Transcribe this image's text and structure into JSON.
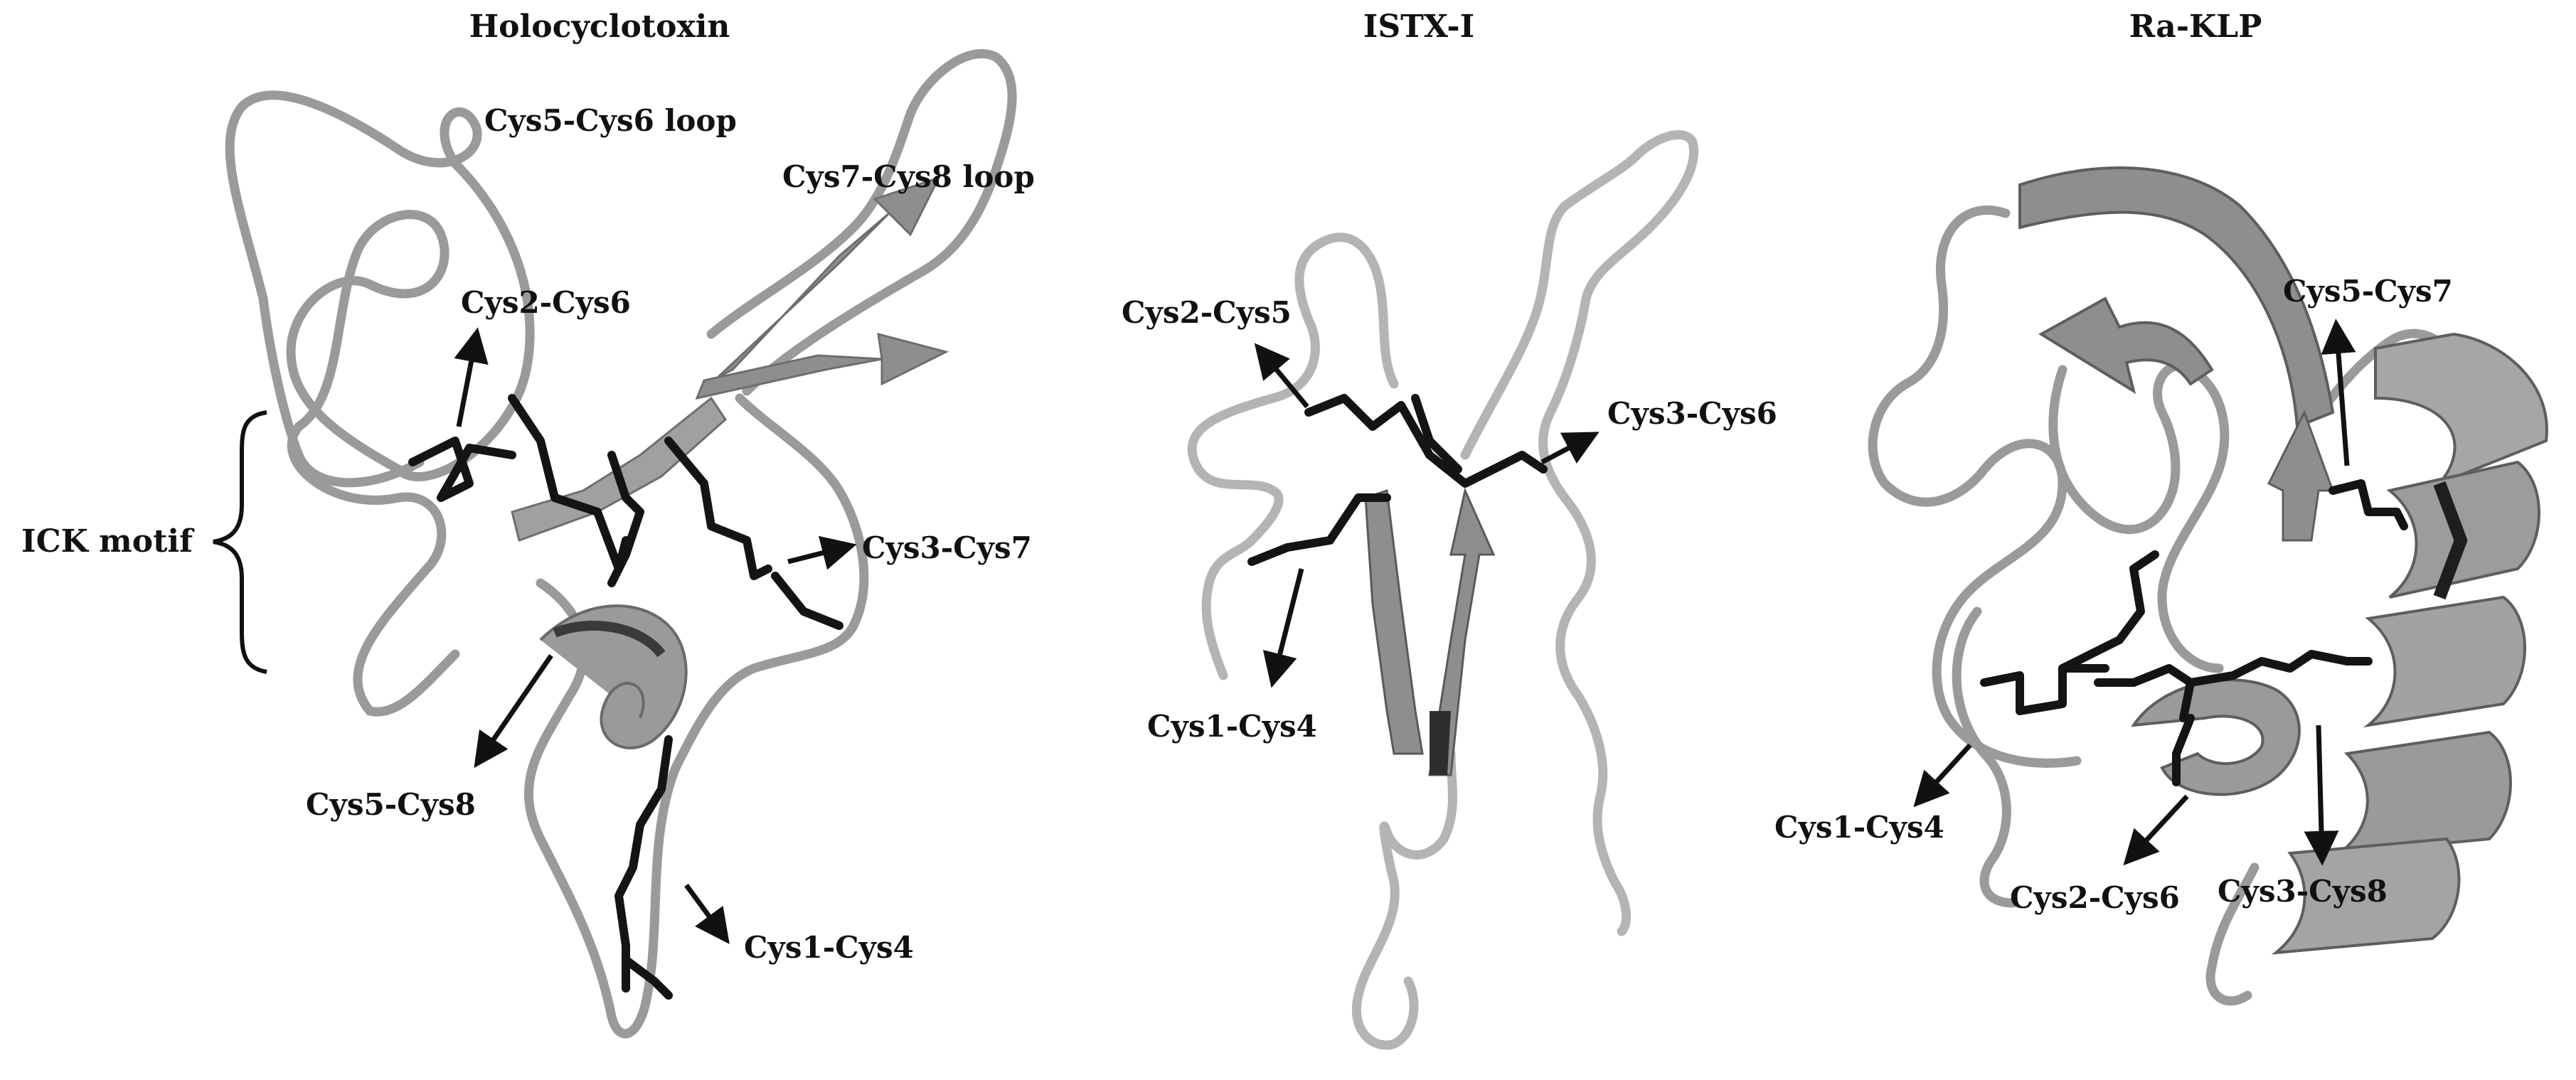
{
  "figure": {
    "panels": [
      {
        "title": "Holocyclotoxin",
        "labels": {
          "cys5_cys6_loop": "Cys5-Cys6 loop",
          "cys7_cys8_loop": "Cys7-Cys8 loop",
          "cys2_cys6": "Cys2-Cys6",
          "ick_motif": "ICK motif",
          "cys3_cys7": "Cys3-Cys7",
          "cys5_cys8": "Cys5-Cys8",
          "cys1_cys4": "Cys1-Cys4"
        }
      },
      {
        "title": "ISTX-I",
        "labels": {
          "cys2_cys5": "Cys2-Cys5",
          "cys3_cys6": "Cys3-Cys6",
          "cys1_cys4": "Cys1-Cys4"
        }
      },
      {
        "title": "Ra-KLP",
        "labels": {
          "cys5_cys7": "Cys5-Cys7",
          "cys1_cys4": "Cys1-Cys4",
          "cys2_cys6": "Cys2-Cys6",
          "cys3_cys8": "Cys3-Cys8"
        }
      }
    ],
    "colors": {
      "backbone": "#9a9a9a",
      "backbone_light": "#b4b4b4",
      "ribbon_fill": "#8e8e8e",
      "disulfide": "#141414",
      "label": "#111111"
    }
  }
}
